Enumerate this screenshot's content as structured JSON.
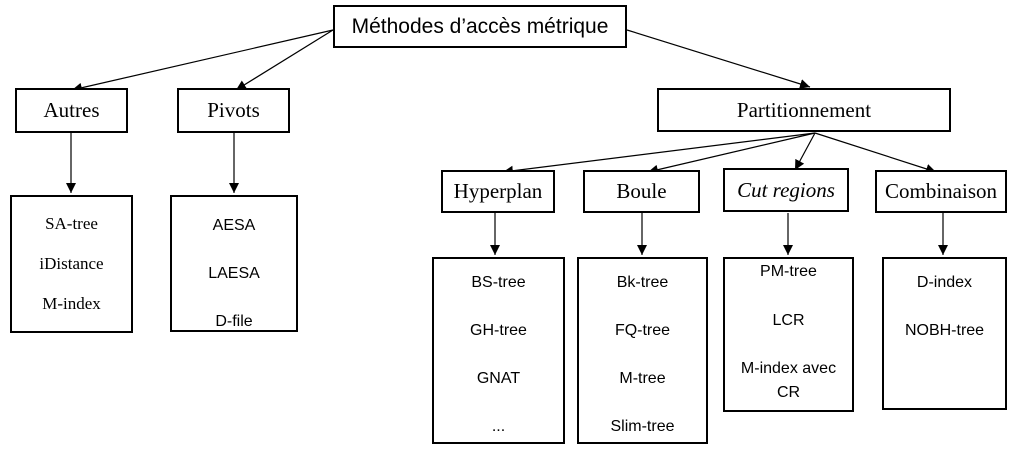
{
  "root": "Méthodes d’accès métrique",
  "categories": {
    "autres": "Autres",
    "pivots": "Pivots",
    "partitionnement": "Partitionnement"
  },
  "subcategories": {
    "hyperplan": "Hyperplan",
    "boule": "Boule",
    "cut_regions": "Cut regions",
    "combinaison": "Combinaison"
  },
  "lists": {
    "autres": [
      "SA-tree",
      "iDistance",
      "M-index"
    ],
    "pivots": [
      "AESA",
      "LAESA",
      "D-file"
    ],
    "hyperplan": [
      "BS-tree",
      "GH-tree",
      "GNAT",
      "..."
    ],
    "boule": [
      "Bk-tree",
      "FQ-tree",
      "M-tree",
      "Slim-tree"
    ],
    "cut_regions": [
      "PM-tree",
      "LCR",
      "M-index avec",
      "CR"
    ],
    "combinaison": [
      "D-index",
      "NOBH-tree"
    ]
  }
}
